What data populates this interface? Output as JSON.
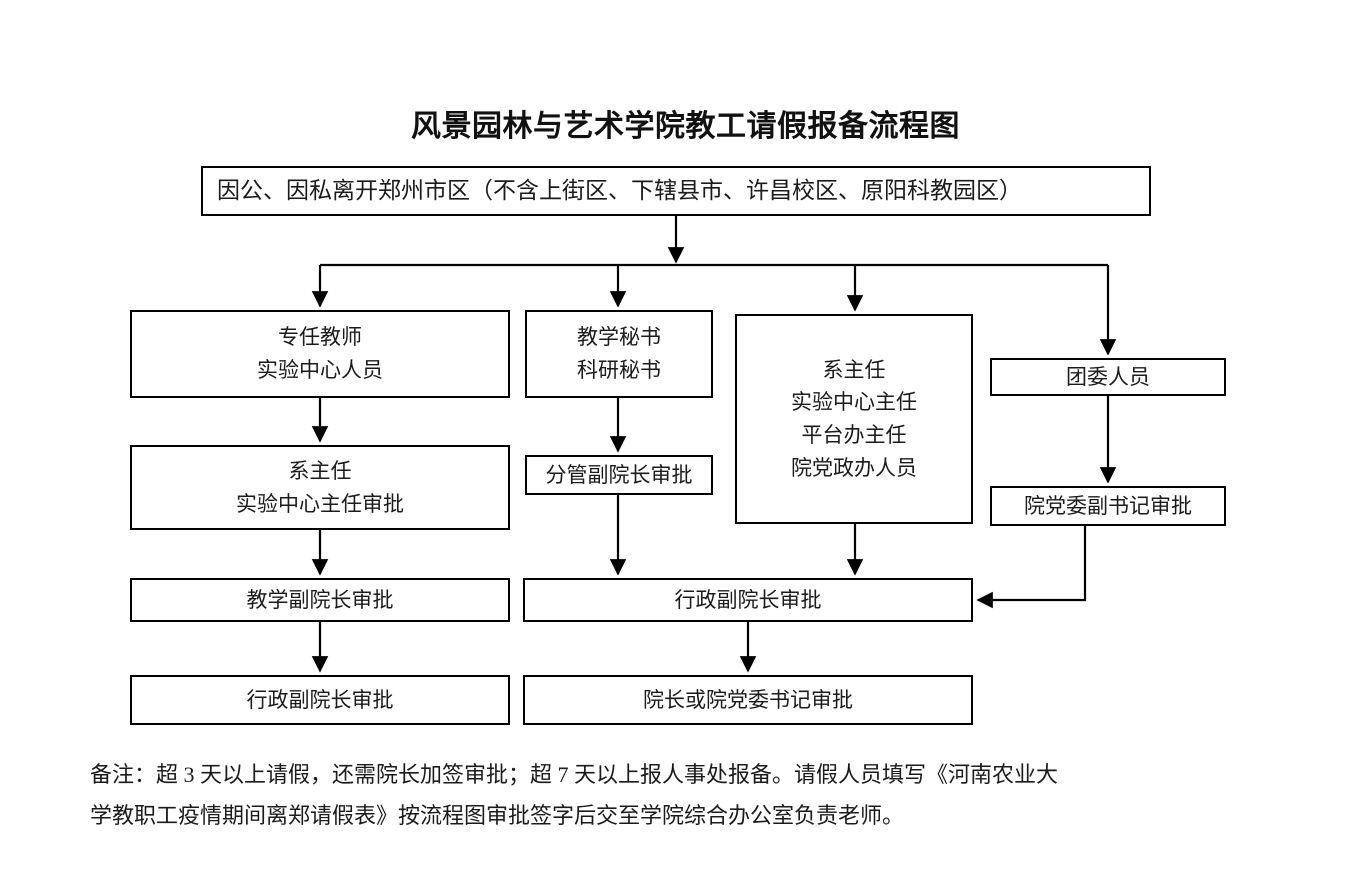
{
  "document": {
    "title": "风景园林与艺术学院教工请假报备流程图"
  },
  "flowchart": {
    "type": "flowchart",
    "orientation": "top-down",
    "start": {
      "id": "start",
      "label": "因公、因私离开郑州市区（不含上街区、下辖县市、许昌校区、原阳科教园区）"
    },
    "columns": [
      {
        "id": "col1",
        "nodes": [
          {
            "id": "c1n1",
            "lines": [
              "专任教师",
              "实验中心人员"
            ]
          },
          {
            "id": "c1n2",
            "lines": [
              "系主任",
              "实验中心主任审批"
            ]
          },
          {
            "id": "c1n3",
            "lines": [
              "教学副院长审批"
            ]
          },
          {
            "id": "c1n4",
            "lines": [
              "行政副院长审批"
            ]
          }
        ]
      },
      {
        "id": "col2",
        "nodes": [
          {
            "id": "c2n1",
            "lines": [
              "教学秘书",
              "科研秘书"
            ]
          },
          {
            "id": "c2n2",
            "lines": [
              "分管副院长审批"
            ]
          }
        ]
      },
      {
        "id": "col3",
        "nodes": [
          {
            "id": "c3n1",
            "lines": [
              "系主任",
              "实验中心主任",
              "平台办主任",
              "院党政办人员"
            ]
          }
        ]
      },
      {
        "id": "col4",
        "nodes": [
          {
            "id": "c4n1",
            "lines": [
              "团委人员"
            ]
          },
          {
            "id": "c4n2",
            "lines": [
              "院党委副书记审批"
            ]
          }
        ]
      }
    ],
    "shared": [
      {
        "id": "sh1",
        "lines": [
          "行政副院长审批"
        ]
      },
      {
        "id": "sh2",
        "lines": [
          "院长或院党委书记审批"
        ]
      }
    ],
    "colors": {
      "stroke": "#000000",
      "fill": "#ffffff",
      "text": "#1b1b1b",
      "title": "#111111"
    }
  },
  "footnote": {
    "line1": "备注：超 3 天以上请假，还需院长加签审批；超 7 天以上报人事处报备。请假人员填写《河南农业大",
    "line2": "学教职工疫情期间离郑请假表》按流程图审批签字后交至学院综合办公室负责老师。"
  }
}
